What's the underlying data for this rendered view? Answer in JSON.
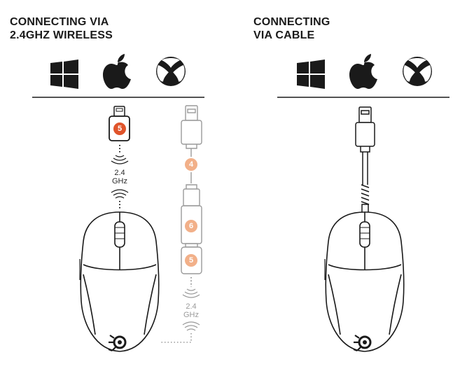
{
  "left": {
    "title_line1": "CONNECTING VIA",
    "title_line2": "2.4GHZ WIRELESS",
    "os_icons": [
      "windows-icon",
      "apple-icon",
      "xbox-icon"
    ],
    "dongle_badge": "5",
    "freq_label_line1": "2.4",
    "freq_label_line2": "GHz",
    "extension_freq_line1": "2.4",
    "extension_freq_line2": "GHz",
    "extension_badges": [
      "4",
      "6",
      "5"
    ]
  },
  "right": {
    "title_line1": "CONNECTING",
    "title_line2": "VIA CABLE",
    "os_icons": [
      "windows-icon",
      "apple-icon",
      "xbox-icon"
    ]
  },
  "colors": {
    "badge_primary": "#e0542b",
    "badge_light": "#f2b089",
    "line": "#1a1a1a",
    "line_light": "#9a9a9a"
  }
}
